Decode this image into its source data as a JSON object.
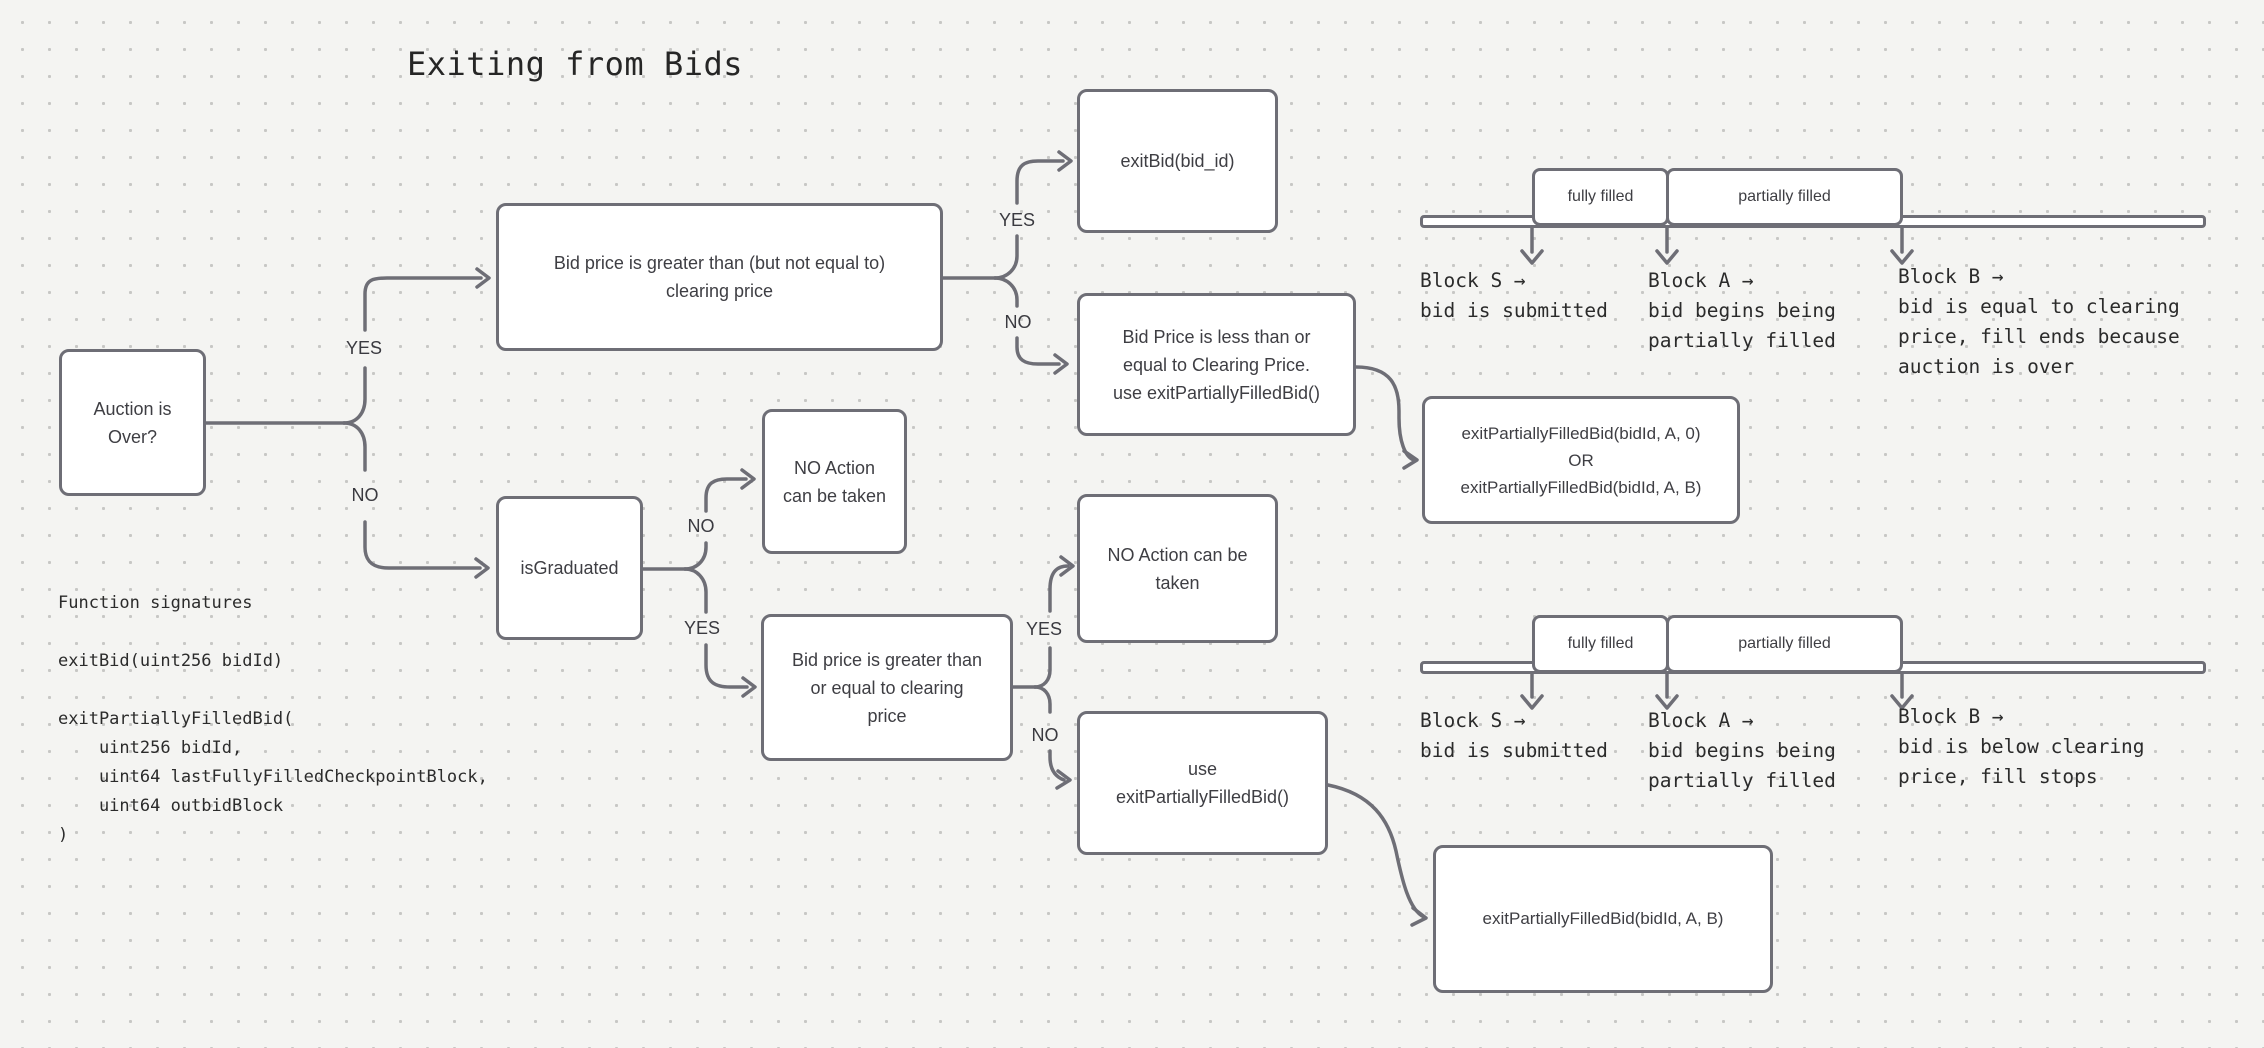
{
  "title": "Exiting from Bids",
  "branch_labels": {
    "auction_yes": "YES",
    "auction_no": "NO",
    "price_yes": "YES",
    "price_no": "NO",
    "graduated_no": "NO",
    "graduated_yes": "YES",
    "ge_yes": "YES",
    "ge_no": "NO"
  },
  "boxes": {
    "auction": {
      "lines": [
        "Auction is",
        "Over?"
      ]
    },
    "bid_gt_ne": {
      "lines": [
        "Bid price is greater than (but not equal to)",
        "clearing price"
      ]
    },
    "exit_bid": {
      "lines": [
        "exitBid(bid_id)"
      ]
    },
    "bid_le": {
      "lines": [
        "Bid Price is less than or",
        "equal to Clearing Price.",
        "use exitPartiallyFilledBid()"
      ]
    },
    "epfb_or": {
      "lines": [
        "exitPartiallyFilledBid(bidId, A, 0)",
        "OR",
        "exitPartiallyFilledBid(bidId, A, B)"
      ]
    },
    "is_graduated": {
      "lines": [
        "isGraduated"
      ]
    },
    "no_action_1": {
      "lines": [
        "NO Action",
        "can be taken"
      ]
    },
    "bid_ge": {
      "lines": [
        "Bid price is greater than",
        "or equal to clearing",
        "price"
      ]
    },
    "no_action_2": {
      "lines": [
        "NO Action can be",
        "taken"
      ]
    },
    "use_epfb": {
      "lines": [
        "use",
        "exitPartiallyFilledBid()"
      ]
    },
    "epfb_ab": {
      "lines": [
        "exitPartiallyFilledBid(bidId, A, B)"
      ]
    }
  },
  "code_block": {
    "lines": [
      "Function signatures",
      "",
      "exitBid(uint256 bidId)",
      "",
      "exitPartiallyFilledBid(",
      "    uint256 bidId,",
      "    uint64 lastFullyFilledCheckpointBlock,",
      "    uint64 outbidBlock",
      ")"
    ]
  },
  "timelines": [
    {
      "segments": [
        "fully filled",
        "partially filled"
      ],
      "blocks": [
        [
          "Block S →",
          "bid is submitted"
        ],
        [
          "Block A →",
          "bid begins being",
          "partially filled"
        ],
        [
          "Block B →",
          "bid is equal to clearing",
          "price, fill ends because",
          "auction is over"
        ]
      ]
    },
    {
      "segments": [
        "fully filled",
        "partially filled"
      ],
      "blocks": [
        [
          "Block S →",
          "bid is submitted"
        ],
        [
          "Block A →",
          "bid begins being",
          "partially filled"
        ],
        [
          "Block B →",
          "bid is below clearing",
          "price, fill stops"
        ]
      ]
    }
  ],
  "colors": {
    "background": "#f4f4f2",
    "stroke": "#6e6e76",
    "box_fill": "#ffffff",
    "box_text": "#3e3e43",
    "mono_text": "#2b2b2b",
    "grid_dot": "#c7c7c5"
  }
}
